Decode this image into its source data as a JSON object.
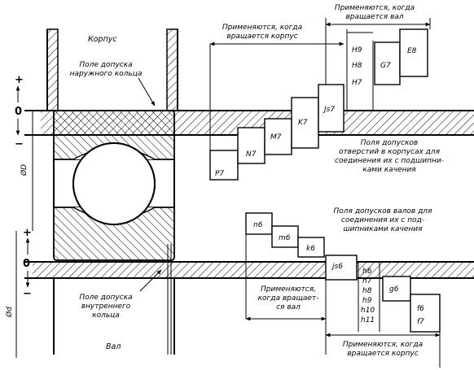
{
  "labels": {
    "housing": "Корпус",
    "outer_ring_field": "Поле допуска\nнаружного кольца",
    "inner_ring_field": "Поле допуска\nвнутреннего\nкольца",
    "shaft": "Вал",
    "applies_shaft_rotates_top": "Применяются, когда\nвращается вал",
    "applies_housing_rotates_top": "Применяются, когда\nвращается корпус",
    "housing_fields": "Поля допусков\nотверстий в корпусах для\nсоединения их с подшипни-\nками качения",
    "shaft_fields": "Поля допусков валов для\nсоединения их с под-\nшипниками качения",
    "applies_shaft_rotates_bottom": "Применяются,\nкогда вращает-\nся вал",
    "applies_housing_rotates_bottom": "Применяются, когда\nвращается корпус",
    "diam_outer": "ØD",
    "diam_inner": "Ød",
    "plus": "+",
    "minus": "−",
    "zero": "0"
  },
  "housing_fits": {
    "P7": "P7",
    "N7": "N7",
    "M7": "M7",
    "K7": "K7",
    "Js7": "Js7",
    "H9": "H9",
    "H8": "H8",
    "H7": "H7",
    "G7": "G7",
    "E8": "E8"
  },
  "shaft_fits": {
    "n6": "n6",
    "m6": "m6",
    "k6": "k6",
    "js6": "js6",
    "h6": "h6",
    "h7": "h7",
    "h8": "h8",
    "h9": "h9",
    "h10": "h10",
    "h11": "h11",
    "g6": "g6",
    "f6": "f6",
    "f7": "f7"
  }
}
